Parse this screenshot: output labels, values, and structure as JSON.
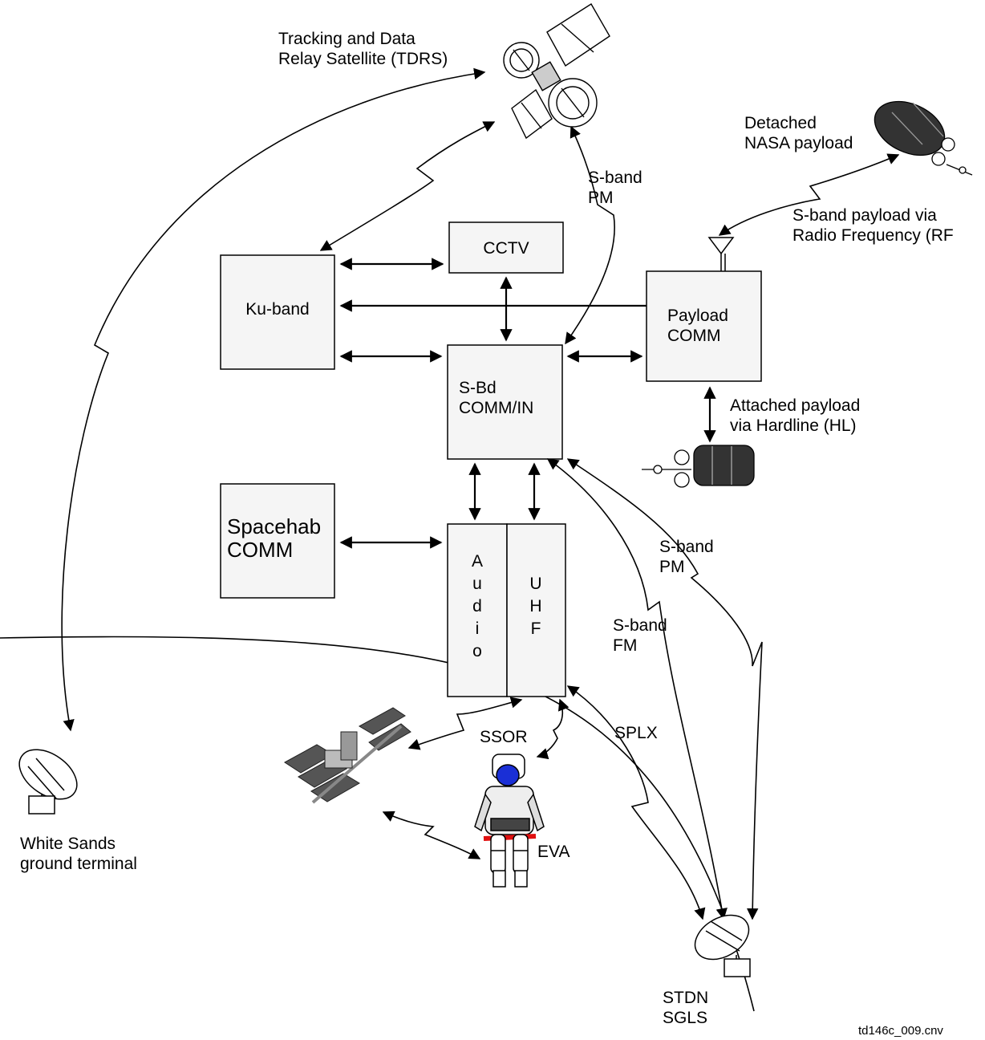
{
  "nodes": {
    "ku_band": "Ku-band",
    "cctv": "CCTV",
    "sbd_comm_line1": "S-Bd",
    "sbd_comm_line2": "COMM/IN",
    "payload_comm_line1": "Payload",
    "payload_comm_line2": "COMM",
    "spacehab_line1": "Spacehab",
    "spacehab_line2": "COMM",
    "audio_letters": [
      "A",
      "u",
      "d",
      "i",
      "o"
    ],
    "uhf_letters": [
      "U",
      "H",
      "F"
    ]
  },
  "labels": {
    "tdrs_line1": "Tracking and Data",
    "tdrs_line2": "Relay Satellite (TDRS)",
    "detached_line1": "Detached",
    "detached_line2": "NASA payload",
    "sband_pm_top_line1": "S-band",
    "sband_pm_top_line2": "PM",
    "rf_line1": "S-band payload via",
    "rf_line2": "Radio Frequency (RF",
    "attached_line1": "Attached payload",
    "attached_line2": "via Hardline (HL)",
    "sband_pm_low_line1": "S-band",
    "sband_pm_low_line2": "PM",
    "sband_fm_line1": "S-band",
    "sband_fm_line2": "FM",
    "splx": "SPLX",
    "ssor": "SSOR",
    "eva": "EVA",
    "white_sands_line1": "White Sands",
    "white_sands_line2": "ground terminal",
    "stdn_line1": "STDN",
    "stdn_line2": "SGLS",
    "figure_id": "td146c_009.cnv"
  },
  "icons": [
    "tdrs-satellite-icon",
    "detached-payload-icon",
    "attached-payload-icon",
    "space-station-icon",
    "astronaut-eva-icon",
    "ground-antenna-icon",
    "payload-antenna-icon"
  ],
  "colors": {
    "box_fill": "#f5f5f5",
    "visor": "#1a2fd6",
    "suit_band": "#e01010"
  }
}
